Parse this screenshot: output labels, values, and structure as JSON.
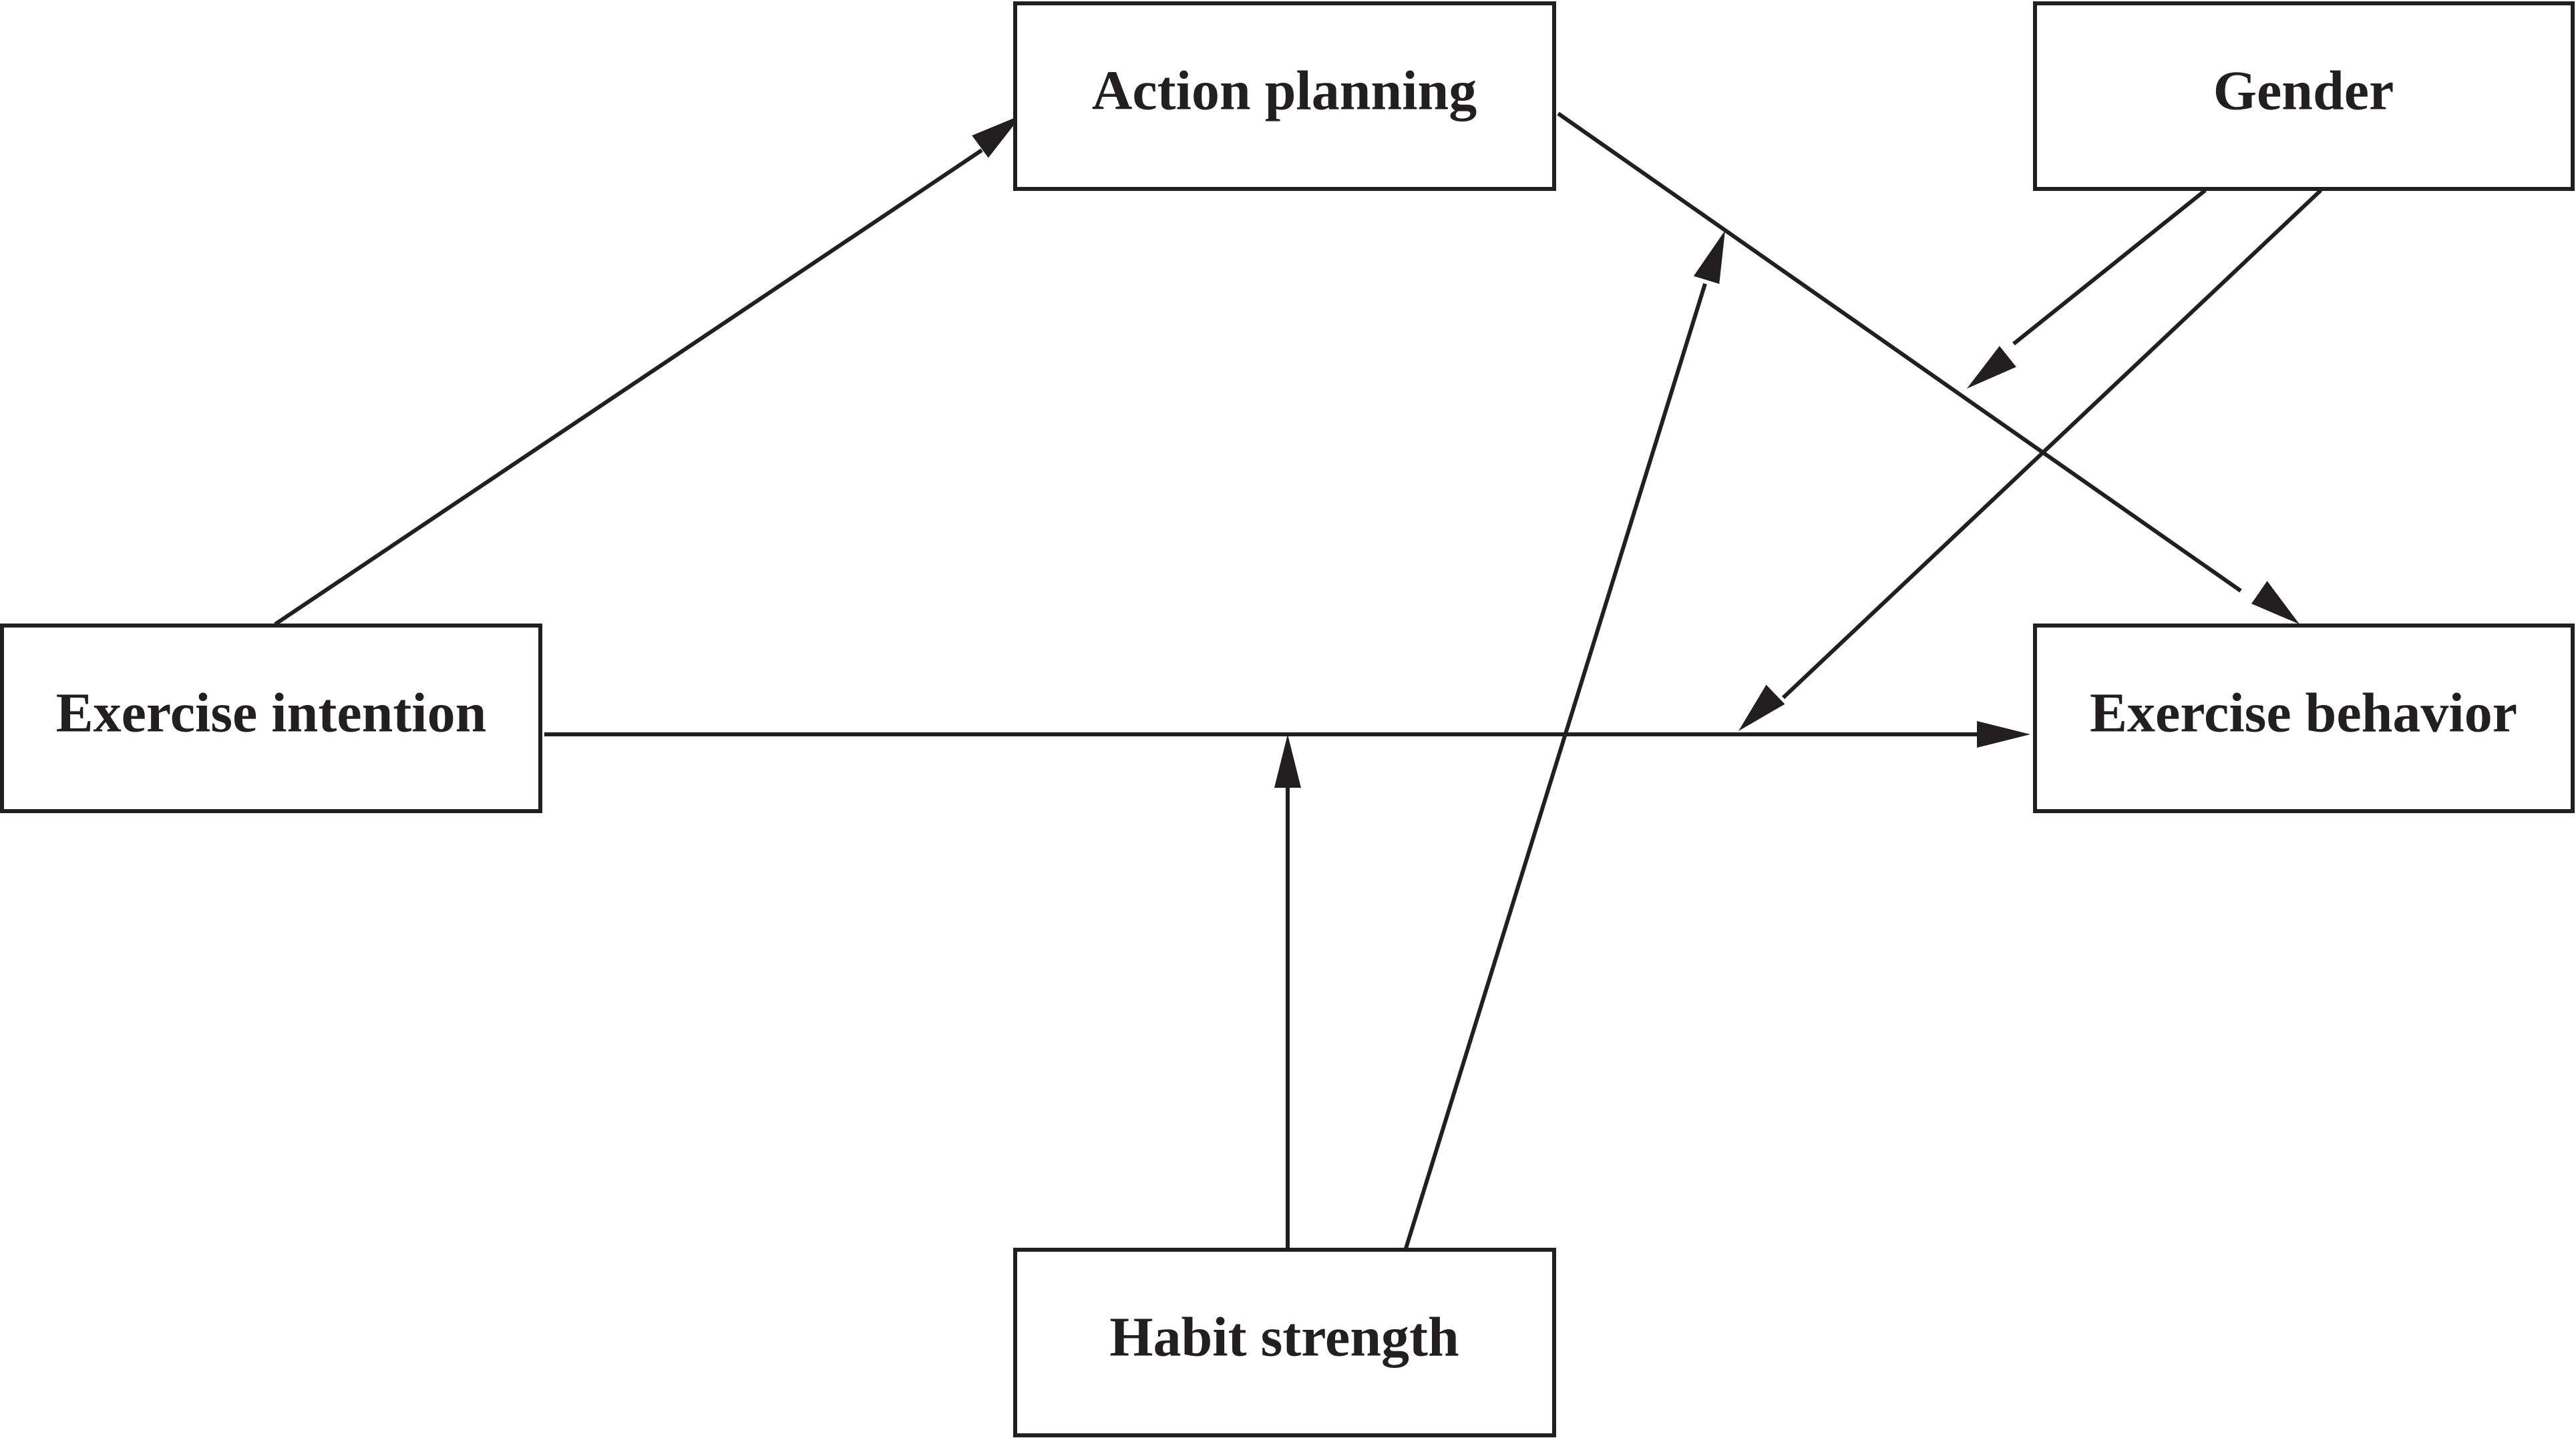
{
  "diagram": {
    "nodes": {
      "action_planning": "Action planning",
      "gender": "Gender",
      "exercise_intention": "Exercise intention",
      "exercise_behavior": "Exercise behavior",
      "habit_strength": "Habit strength"
    },
    "colors": {
      "stroke": "#231f20",
      "background": "#ffffff"
    }
  }
}
